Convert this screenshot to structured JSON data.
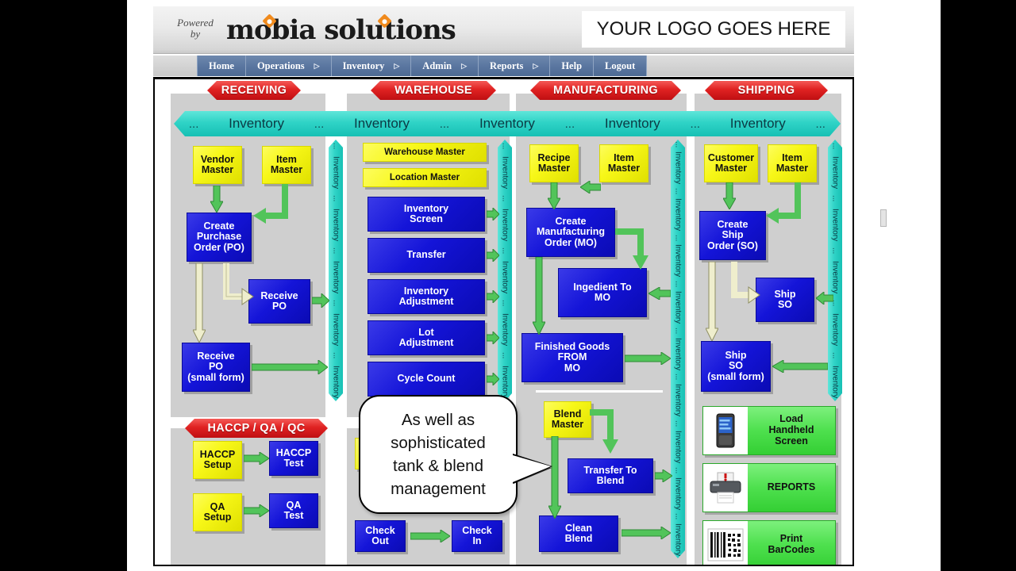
{
  "header": {
    "powered_line1": "Powered",
    "powered_line2": "by",
    "brand": "mobia solutions",
    "logo_placeholder": "YOUR LOGO GOES HERE"
  },
  "nav": {
    "items": [
      {
        "label": "Home",
        "has_caret": false
      },
      {
        "label": "Operations",
        "has_caret": true
      },
      {
        "label": "Inventory",
        "has_caret": true
      },
      {
        "label": "Admin",
        "has_caret": true
      },
      {
        "label": "Reports",
        "has_caret": true
      },
      {
        "label": "Help",
        "has_caret": false
      },
      {
        "label": "Logout",
        "has_caret": false
      }
    ],
    "caret_glyph": "▷"
  },
  "sections": {
    "receiving": "RECEIVING",
    "warehouse": "WAREHOUSE",
    "manufacturing": "MANUFACTURING",
    "shipping": "SHIPPING",
    "haccp": "HACCP / QA / QC"
  },
  "inventory_band": {
    "label": "Inventory",
    "dots": "...",
    "repeats_horizontal": 5
  },
  "receiving": {
    "vendor_master": "Vendor\nMaster",
    "item_master": "Item\nMaster",
    "create_po": "Create\nPurchase\nOrder (PO)",
    "receive_po": "Receive\nPO",
    "receive_po_small": "Receive\nPO\n(small form)"
  },
  "warehouse": {
    "warehouse_master": "Warehouse Master",
    "location_master": "Location Master",
    "inventory_screen": "Inventory\nScreen",
    "transfer": "Transfer",
    "inventory_adjustment": "Inventory\nAdjustment",
    "lot_adjustment": "Lot\nAdjustment",
    "cycle_count": "Cycle Count",
    "check_out": "Check\nOut",
    "check_in": "Check\nIn"
  },
  "manufacturing": {
    "recipe_master": "Recipe\nMaster",
    "item_master": "Item\nMaster",
    "create_mo": "Create\nManufacturing\nOrder (MO)",
    "ingredient_to_mo": "Ingedient To\nMO",
    "finished_goods": "Finished  Goods\nFROM\nMO",
    "blend_master": "Blend\nMaster",
    "transfer_to_blend": "Transfer To\nBlend",
    "clean_blend": "Clean\nBlend"
  },
  "shipping": {
    "customer_master": "Customer\nMaster",
    "item_master": "Item\nMaster",
    "create_so": "Create\nShip\nOrder (SO)",
    "ship_so": "Ship\nSO",
    "ship_so_small": "Ship\nSO\n(small form)"
  },
  "haccp": {
    "haccp_setup": "HACCP\nSetup",
    "haccp_test": "HACCP\nTest",
    "qa_setup": "QA\nSetup",
    "qa_test": "QA\nTest"
  },
  "tools": [
    {
      "label": "Load\nHandheld\nScreen",
      "icon": "handheld-device-icon"
    },
    {
      "label": "REPORTS",
      "icon": "printer-icon"
    },
    {
      "label": "Print\nBarCodes",
      "icon": "barcode-icon"
    }
  ],
  "callout": {
    "text": "As well as\nsophisticated\ntank & blend\nmanagement"
  },
  "colors": {
    "badge_red": "#e02222",
    "inventory_teal": "#2fd3c6",
    "box_yellow": "#f7f718",
    "box_blue": "#1414d8",
    "tool_green": "#4ee04e",
    "arrow_green": "#52c45a",
    "nav_blue": "#5a76a0",
    "panel_grey": "#cfcfcf"
  }
}
